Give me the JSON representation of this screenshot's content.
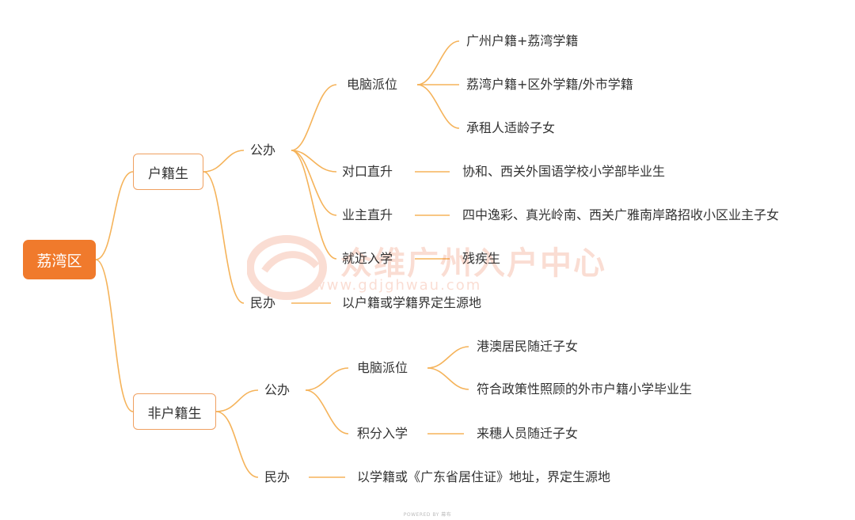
{
  "root": "荔湾区",
  "branches": {
    "huji": {
      "label": "户籍生",
      "gongban": {
        "label": "公办",
        "diannao": {
          "label": "电脑派位",
          "leaves": [
            "广州户籍+荔湾学籍",
            "荔湾户籍+区外学籍/外市学籍",
            "承租人适龄子女"
          ]
        },
        "duikou": {
          "label": "对口直升",
          "leaf": "协和、西关外国语学校小学部毕业生"
        },
        "yezhu": {
          "label": "业主直升",
          "leaf": "四中逸彩、真光岭南、西关广雅南岸路招收小区业主子女"
        },
        "jiujin": {
          "label": "就近入学",
          "leaf": "残疾生"
        }
      },
      "minban": {
        "label": "民办",
        "leaf": "以户籍或学籍界定生源地"
      }
    },
    "feihuji": {
      "label": "非户籍生",
      "gongban": {
        "label": "公办",
        "diannao": {
          "label": "电脑派位",
          "leaves": [
            "港澳居民随迁子女",
            "符合政策性照顾的外市户籍小学毕业生"
          ]
        },
        "jifen": {
          "label": "积分入学",
          "leaf": "来穗人员随迁子女"
        }
      },
      "minban": {
        "label": "民办",
        "leaf": "以学籍或《广东省居住证》地址，界定生源地"
      }
    }
  },
  "watermark": {
    "main": "众维广州入户中心",
    "sub": "www.gdjghwau.com"
  },
  "footer": "POWERED BY 幕布",
  "colors": {
    "accent": "#f07a2c",
    "line": "#f5b35a",
    "node_border": "#f0a060",
    "text": "#333333"
  }
}
